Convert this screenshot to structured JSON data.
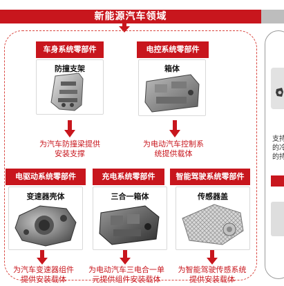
{
  "banner": {
    "title": "新能源汽车领域"
  },
  "modules": [
    {
      "category": "车身系统零部件",
      "product": "防撞支架",
      "desc_line1": "为汽车防撞梁提供",
      "desc_line2": "安装支撑"
    },
    {
      "category": "电控系统零部件",
      "product": "箱体",
      "desc_line1": "为电动汽车控制系",
      "desc_line2": "统提供载体"
    },
    {
      "category": "电驱动系统零部件",
      "product": "变速器壳体",
      "desc_line1": "为汽车变速器组件",
      "desc_line2": "提供安装载体"
    },
    {
      "category": "充电系统零部件",
      "product": "三合一箱体",
      "desc_line1": "为电动汽车三电合一单",
      "desc_line2": "元提供组件安装载体"
    },
    {
      "category": "智能驾驶系统零部件",
      "product": "传感器盖",
      "desc_line1": "为智能驾驶传感系统",
      "desc_line2": "提供安装载体"
    }
  ],
  "side_panel": {
    "line1": "支持",
    "line2": "的冷",
    "line3": "的持"
  },
  "colors": {
    "accent_red": "#c8161d",
    "dashed_frame": "#d9453f",
    "banner_gray": "#bdbdbd"
  }
}
